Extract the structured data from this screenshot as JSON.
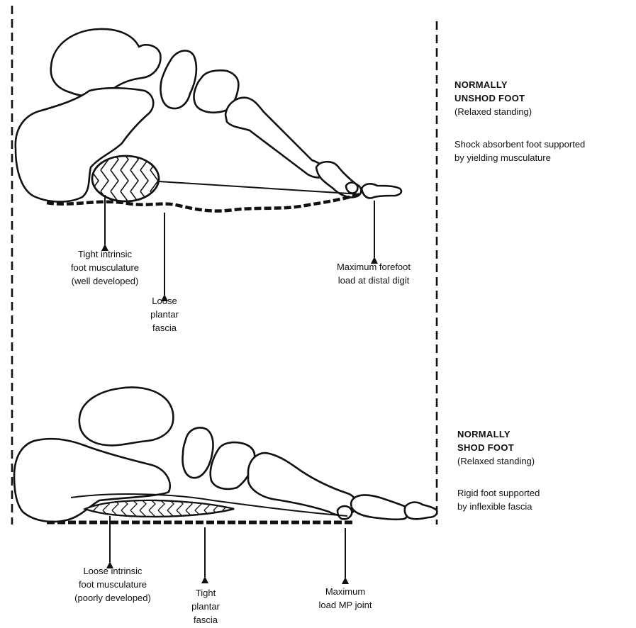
{
  "top_panel": {
    "heading": [
      "NORMALLY",
      "UNSHOD FOOT"
    ],
    "condition": "(Relaxed standing)",
    "description": [
      "Shock absorbent foot supported",
      "by yielding musculature"
    ],
    "callouts": {
      "musculature": [
        "Tight intrinsic",
        "foot musculature",
        "(well developed)"
      ],
      "fascia": [
        "Loose",
        "plantar",
        "fascia"
      ],
      "load": [
        "Maximum forefoot",
        "load at distal digit"
      ]
    }
  },
  "bottom_panel": {
    "heading": [
      "NORMALLY",
      "SHOD FOOT"
    ],
    "condition": "(Relaxed standing)",
    "description": [
      "Rigid foot supported",
      "by inflexible fascia"
    ],
    "callouts": {
      "musculature": [
        "Loose intrinsic",
        "foot musculature",
        "(poorly developed)"
      ],
      "fascia": [
        "Tight",
        "plantar",
        "fascia"
      ],
      "load": [
        "Maximum",
        "load MP joint"
      ]
    }
  },
  "colors": {
    "ink": "#111111",
    "paper": "#ffffff"
  }
}
